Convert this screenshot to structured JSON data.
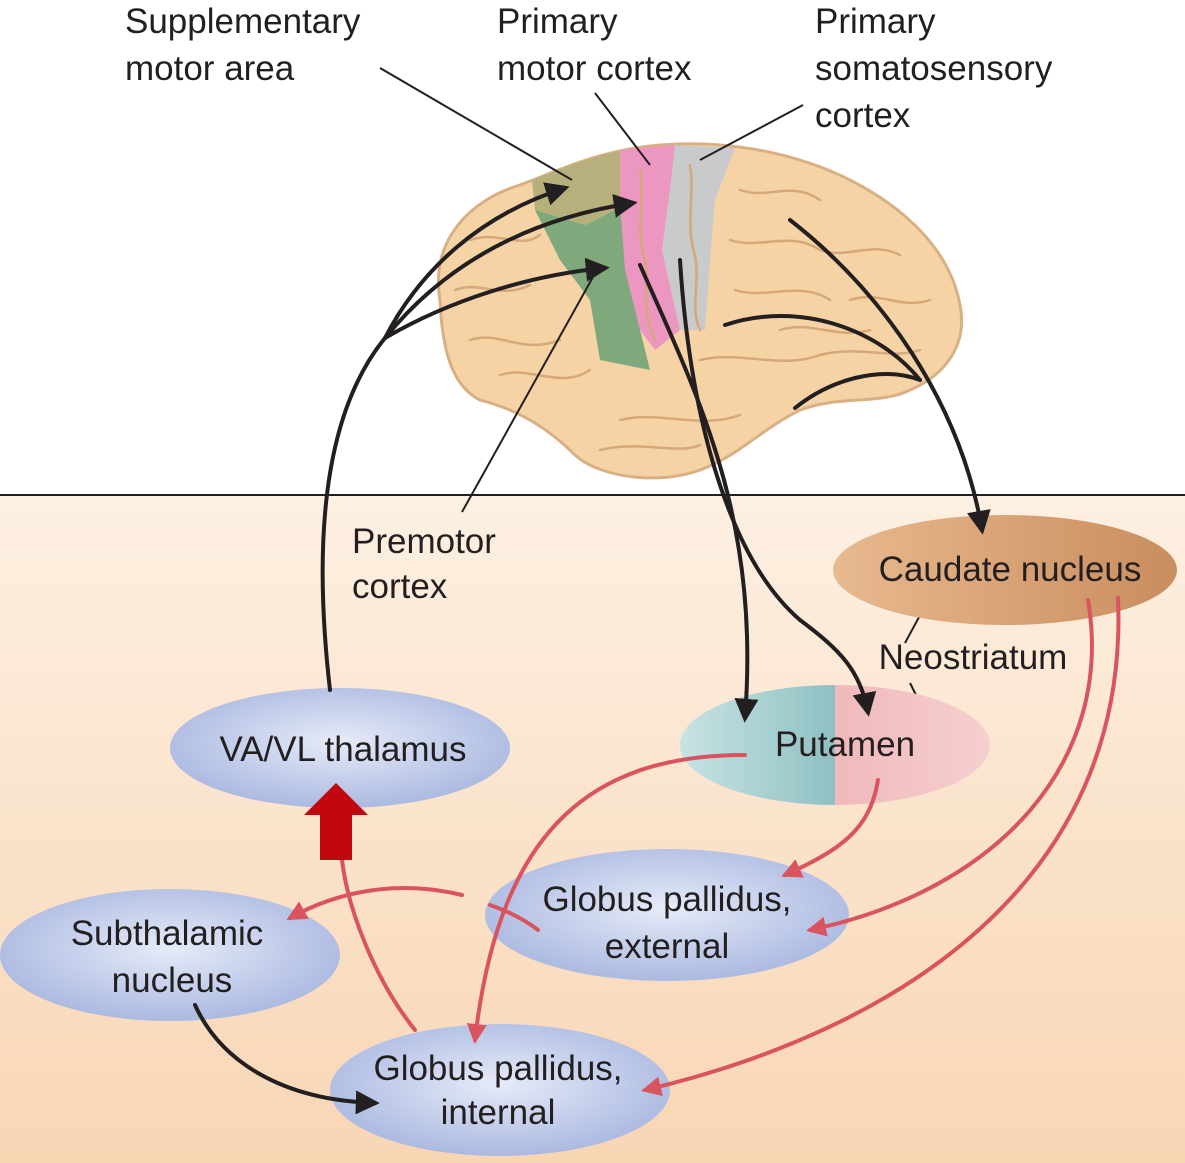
{
  "labels": {
    "supplementary_motor_area": [
      "Supplementary",
      "motor area"
    ],
    "primary_motor_cortex": [
      "Primary",
      "motor cortex"
    ],
    "primary_somatosensory_cortex": [
      "Primary",
      "somatosensory",
      "cortex"
    ],
    "premotor_cortex": [
      "Premotor",
      "cortex"
    ],
    "caudate_nucleus": "Caudate nucleus",
    "neostriatum": "Neostriatum",
    "putamen": "Putamen",
    "va_vl_thalamus": "VA/VL thalamus",
    "globus_pallidus_external": [
      "Globus pallidus,",
      "external"
    ],
    "subthalamic_nucleus": [
      "Subthalamic",
      "nucleus"
    ],
    "globus_pallidus_internal": [
      "Globus pallidus,",
      "internal"
    ]
  },
  "colors": {
    "excitatory": "#231f20",
    "inhibitory": "#d9545e",
    "highlight_arrow": "#c1080f",
    "brain": "#f5d3a5",
    "supplementary_motor": "#b4ae7a",
    "premotor": "#7aa679",
    "primary_motor": "#ec97c1",
    "somatosensory": "#c7c8c8",
    "nucleus_blue": "#a9b8e0",
    "caudate": "#c98d5e",
    "putamen_teal": "#9cc7c9",
    "putamen_pink": "#efb0b3"
  }
}
